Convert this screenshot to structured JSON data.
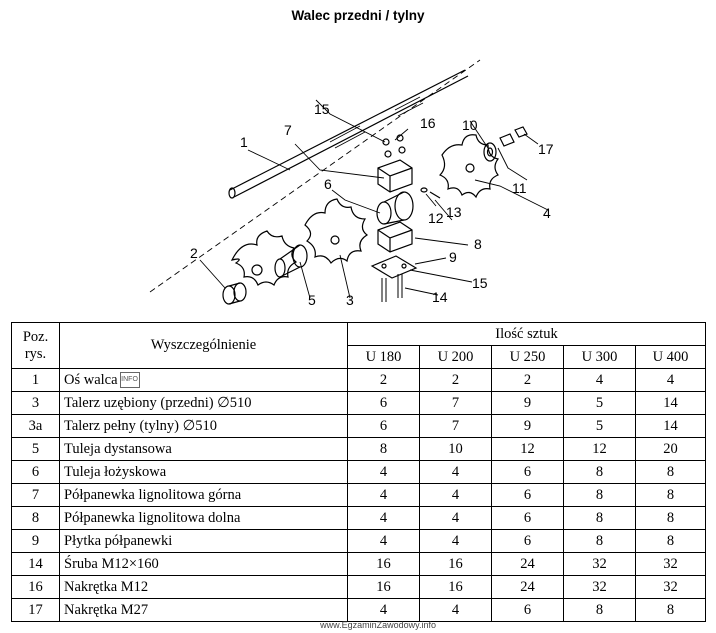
{
  "title": "Walec przedni / tylny",
  "callouts": [
    "1",
    "2",
    "3",
    "4",
    "5",
    "6",
    "7",
    "8",
    "9",
    "10",
    "11",
    "12",
    "13",
    "14",
    "15",
    "15",
    "16",
    "17"
  ],
  "table": {
    "poz_header": "Poz. rys.",
    "name_header": "Wyszczególnienie",
    "qty_header": "Ilość sztuk",
    "models": [
      "U 180",
      "U 200",
      "U 250",
      "U 300",
      "U 400"
    ],
    "rows": [
      {
        "poz": "1",
        "name": "Oś walca",
        "q": [
          "2",
          "2",
          "2",
          "4",
          "4"
        ]
      },
      {
        "poz": "3",
        "name": "Talerz uzębiony (przedni) ∅510",
        "q": [
          "6",
          "7",
          "9",
          "5",
          "14"
        ]
      },
      {
        "poz": "3a",
        "name": "Talerz pełny (tylny) ∅510",
        "q": [
          "6",
          "7",
          "9",
          "5",
          "14"
        ]
      },
      {
        "poz": "5",
        "name": "Tuleja dystansowa",
        "q": [
          "8",
          "10",
          "12",
          "12",
          "20"
        ]
      },
      {
        "poz": "6",
        "name": "Tuleja łożyskowa",
        "q": [
          "4",
          "4",
          "6",
          "8",
          "8"
        ]
      },
      {
        "poz": "7",
        "name": "Półpanewka lignolitowa górna",
        "q": [
          "4",
          "4",
          "6",
          "8",
          "8"
        ]
      },
      {
        "poz": "8",
        "name": "Półpanewka lignolitowa dolna",
        "q": [
          "4",
          "4",
          "6",
          "8",
          "8"
        ]
      },
      {
        "poz": "9",
        "name": "Płytka półpanewki",
        "q": [
          "4",
          "4",
          "6",
          "8",
          "8"
        ]
      },
      {
        "poz": "14",
        "name": "Śruba M12×160",
        "q": [
          "16",
          "16",
          "24",
          "32",
          "32"
        ]
      },
      {
        "poz": "16",
        "name": "Nakrętka M12",
        "q": [
          "16",
          "16",
          "24",
          "32",
          "32"
        ]
      },
      {
        "poz": "17",
        "name": "Nakrętka M27",
        "q": [
          "4",
          "4",
          "6",
          "8",
          "8"
        ]
      }
    ]
  },
  "footer": "www.EgzaminZawodowy.info"
}
